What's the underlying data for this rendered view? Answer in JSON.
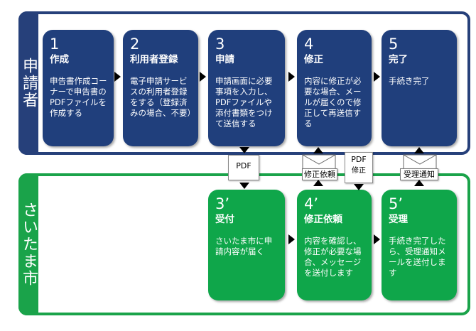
{
  "lanes": {
    "applicant": "申請者",
    "city": "さいたま市"
  },
  "steps": [
    {
      "num": "1",
      "title": "作成",
      "body": "申告書作成コーナーで申告書のPDFファイルを作成する"
    },
    {
      "num": "2",
      "title": "利用者登録",
      "body": "電子申請サービスの利用者登録をする（登録済みの場合、不要）"
    },
    {
      "num": "3",
      "title": "申請",
      "body": "申請画面に必要事項を入力し、PDFファイルや添付書類をつけて送信する"
    },
    {
      "num": "4",
      "title": "修正",
      "body": "内容に修正が必要な場合、メールが届くので修正して再送信する"
    },
    {
      "num": "5",
      "title": "完了",
      "body": "手続き完了"
    }
  ],
  "city_steps": [
    {
      "num": "3’",
      "title": "受付",
      "body": "さいたま市に申請内容が届く"
    },
    {
      "num": "4’",
      "title": "修正依頼",
      "body": "内容を確認し、修正が必要な場合、メッセージを送付します"
    },
    {
      "num": "5’",
      "title": "受理",
      "body": "手続き完了したら、受理通知メールを送付します"
    }
  ],
  "connectors": {
    "pdf_doc": "PDF",
    "pdf_doc2_top": "PDF",
    "pdf_doc2_bottom": "修正",
    "mail_correction": "修正依頼",
    "mail_accept": "受理通知"
  },
  "colors": {
    "applicant": "#203f7c",
    "city": "#0fa64a"
  }
}
